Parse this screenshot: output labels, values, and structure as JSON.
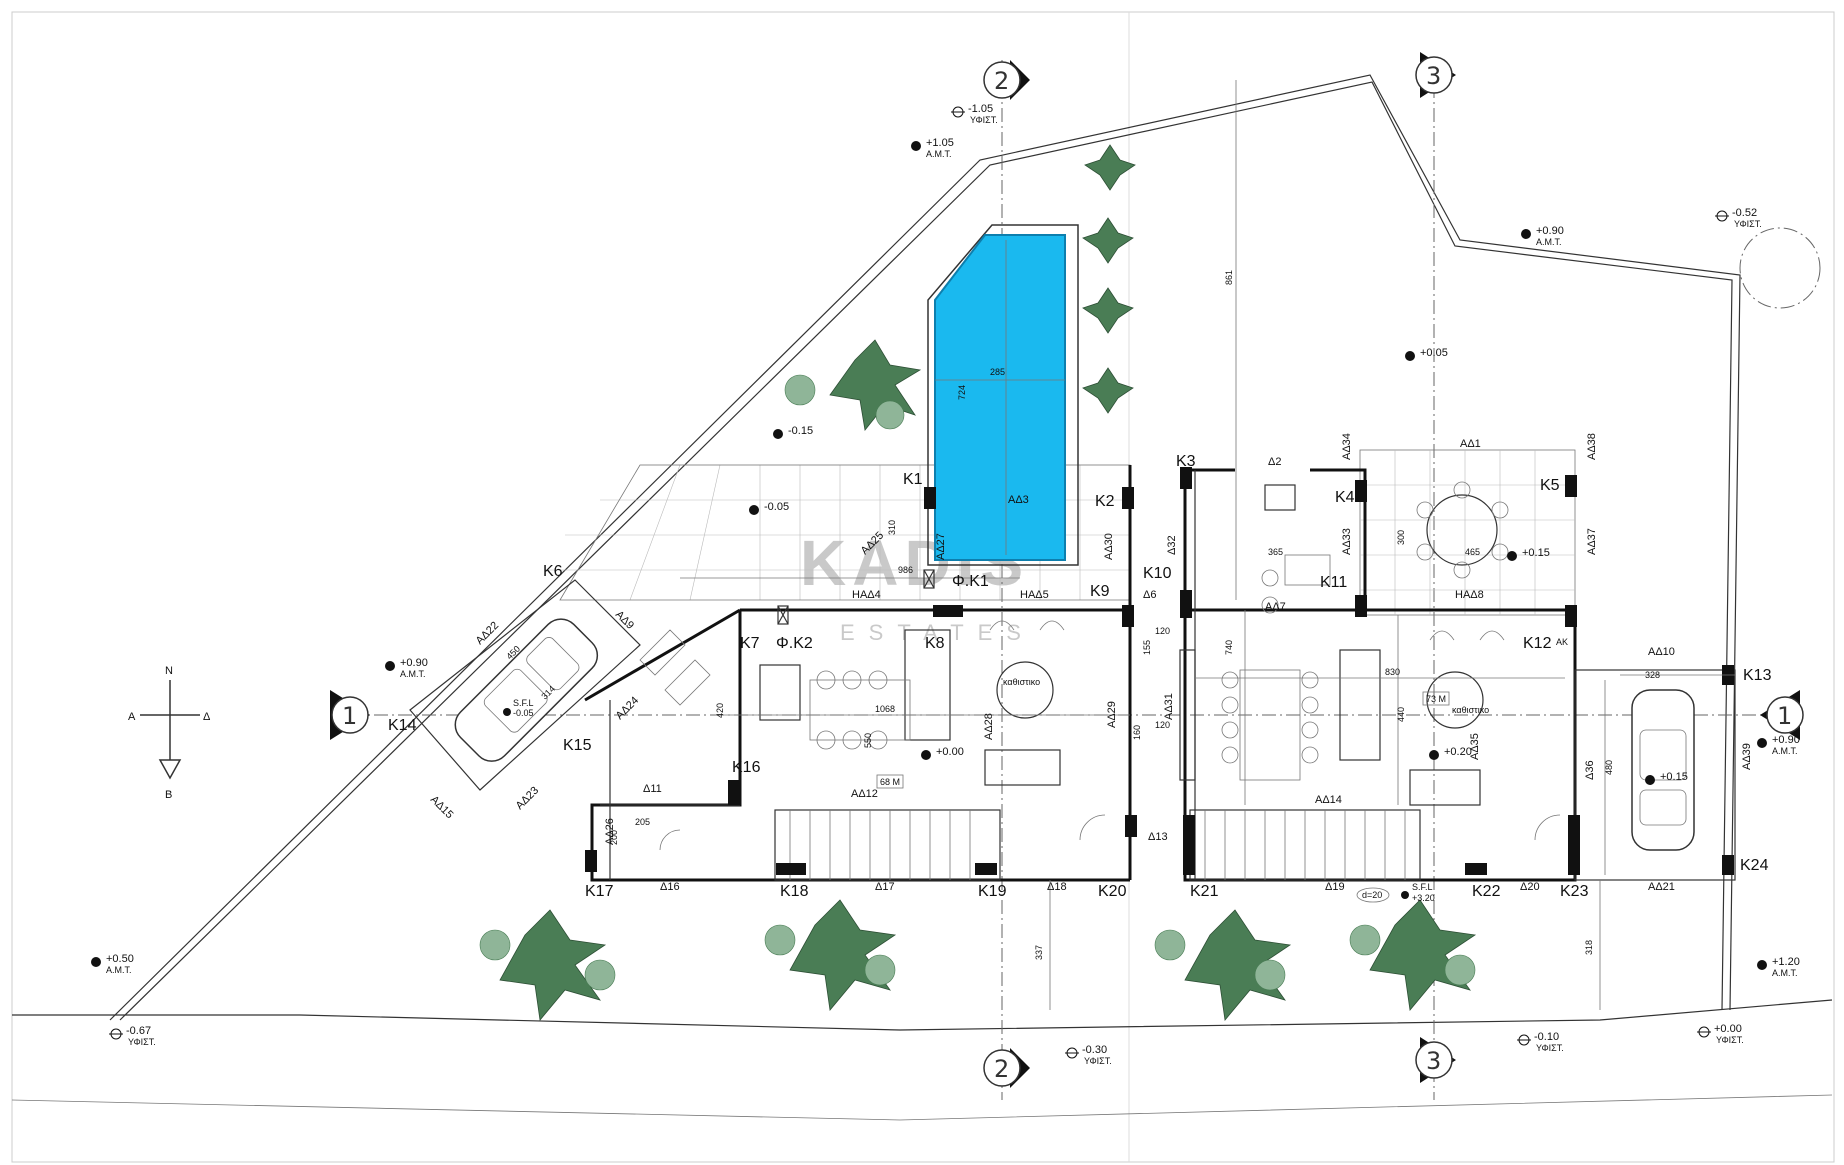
{
  "watermark": {
    "brand": "KADIS",
    "sub": "ESTATES"
  },
  "axes": [
    "1",
    "1",
    "2",
    "2",
    "3",
    "3"
  ],
  "compass": {
    "north": "N",
    "south": "B",
    "west": "A",
    "east": "Δ"
  },
  "dimensions": [
    "861",
    "724",
    "285",
    "986",
    "310",
    "365",
    "300",
    "465",
    "740",
    "830",
    "1068",
    "420",
    "550",
    "440",
    "450",
    "314",
    "155",
    "120",
    "160",
    "120",
    "205",
    "200",
    "480",
    "328",
    "337",
    "318"
  ],
  "area_tags": [
    "68 M",
    "73 M"
  ],
  "level_marks": [
    {
      "value": "-1.05",
      "tag": "ΥΦΙΣΤ."
    },
    {
      "value": "+1.05",
      "tag": "Α.Μ.Τ."
    },
    {
      "value": "-0.15",
      "tag": ""
    },
    {
      "value": "-0.05",
      "tag": ""
    },
    {
      "value": "+0.90",
      "tag": "Α.Μ.Τ."
    },
    {
      "value": "+0.05",
      "tag": ""
    },
    {
      "value": "-0.52",
      "tag": "ΥΦΙΣΤ."
    },
    {
      "value": "+0.90",
      "tag": "Α.Μ.Τ."
    },
    {
      "value": "+0.15",
      "tag": ""
    },
    {
      "value": "+0.00",
      "tag": ""
    },
    {
      "value": "+0.20",
      "tag": ""
    },
    {
      "value": "+0.15",
      "tag": ""
    },
    {
      "value": "+0.90",
      "tag": "Α.Μ.Τ."
    },
    {
      "value": "+0.50",
      "tag": "Α.Μ.Τ."
    },
    {
      "value": "-0.67",
      "tag": "ΥΦΙΣΤ."
    },
    {
      "value": "-0.30",
      "tag": "ΥΦΙΣΤ."
    },
    {
      "value": "-0.10",
      "tag": "ΥΦΙΣΤ."
    },
    {
      "value": "+0.00",
      "tag": "ΥΦΙΣΤ."
    },
    {
      "value": "+1.20",
      "tag": "Α.Μ.Τ."
    }
  ],
  "sfl": [
    {
      "title": "S.F.L",
      "value": "-0.05"
    },
    {
      "title": "S.F.L",
      "value": "+3.20"
    }
  ],
  "small_notes": [
    "καθιστικο",
    "καθιστικο",
    "d=20",
    "ΑΚ"
  ],
  "column_labels": [
    "K1",
    "K2",
    "K3",
    "K4",
    "K5",
    "K6",
    "K7",
    "K8",
    "K9",
    "K10",
    "K11",
    "K12",
    "K13",
    "K14",
    "K15",
    "K16",
    "K17",
    "K18",
    "K19",
    "K20",
    "K21",
    "K22",
    "K23",
    "K24"
  ],
  "beam_labels": [
    "ΑΔ1",
    "Δ2",
    "ΑΔ3",
    "ΗΑΔ4",
    "ΗΑΔ5",
    "Δ6",
    "ΑΔ7",
    "ΗΑΔ8",
    "ΑΔ9",
    "ΑΔ10",
    "Δ11",
    "ΑΔ12",
    "Δ13",
    "ΑΔ14",
    "ΑΔ15",
    "Δ16",
    "Δ17",
    "Δ18",
    "Δ19",
    "Δ20",
    "ΑΔ21",
    "ΑΔ22",
    "ΑΔ23",
    "ΑΔ24",
    "ΑΔ25",
    "ΑΔ26",
    "ΑΔ27",
    "ΑΔ28",
    "ΑΔ29",
    "ΑΔ30",
    "ΑΔ31",
    "Δ32",
    "ΑΔ33",
    "ΑΔ34",
    "ΑΔ35",
    "Δ36",
    "ΑΔ37",
    "ΑΔ38",
    "ΑΔ39"
  ],
  "fk_labels": [
    "Φ.Κ1",
    "Φ.Κ2"
  ],
  "colors": {
    "pool": "#1ab9ef",
    "pool_edge": "#0d7fae",
    "tree": "#4a7d55",
    "tree_light": "#8fb598",
    "line": "#111111"
  }
}
